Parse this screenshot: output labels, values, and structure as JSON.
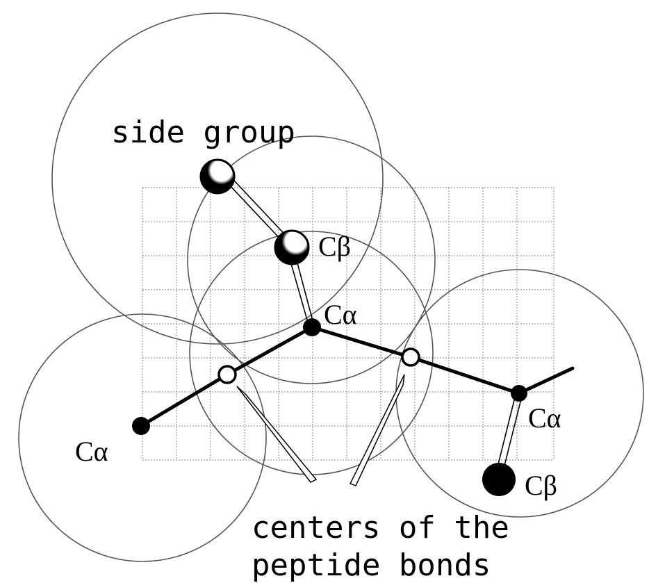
{
  "labels": {
    "side_group": "side group",
    "cb_upper": "Cβ",
    "ca_center": "Cα",
    "ca_left": "Cα",
    "ca_right": "Cα",
    "cb_lower": "Cβ",
    "centers_line1": "centers of the",
    "centers_line2": "peptide bonds"
  },
  "colors": {
    "stroke": "#000000",
    "circle": "#555555",
    "grid": "#9a9a9a",
    "background": "#ffffff"
  }
}
